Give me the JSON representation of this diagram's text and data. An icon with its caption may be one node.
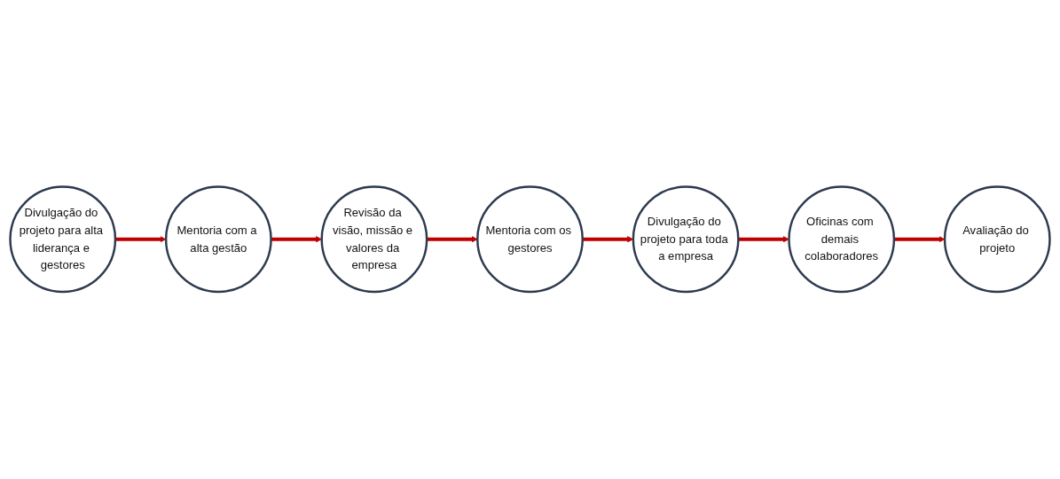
{
  "diagram": {
    "nodes": [
      {
        "text": [
          "Divulgação do projeto para alta liderança e gestores"
        ]
      },
      {
        "text": [
          "Mentoria com a alta gestão"
        ]
      },
      {
        "text": [
          "Revisão da visão, missão e valores da empresa"
        ]
      },
      {
        "text": [
          "Mentoria com os gestores"
        ]
      },
      {
        "text": [
          "Divulgação do projeto para toda a empresa"
        ]
      },
      {
        "text": [
          "Oficinas com demais colaboradores"
        ]
      },
      {
        "text": [
          "Avaliação do projeto"
        ]
      }
    ],
    "edges": [
      {
        "from": 0,
        "to": 1,
        "arrow": "to"
      },
      {
        "from": 1,
        "to": 2,
        "arrow": "to"
      },
      {
        "from": 2,
        "to": 3,
        "arrow": "to"
      },
      {
        "from": 3,
        "to": 4,
        "arrow": "to"
      },
      {
        "from": 4,
        "to": 5,
        "arrow": "to"
      },
      {
        "from": 5,
        "to": 6,
        "arrow": "to"
      }
    ]
  }
}
